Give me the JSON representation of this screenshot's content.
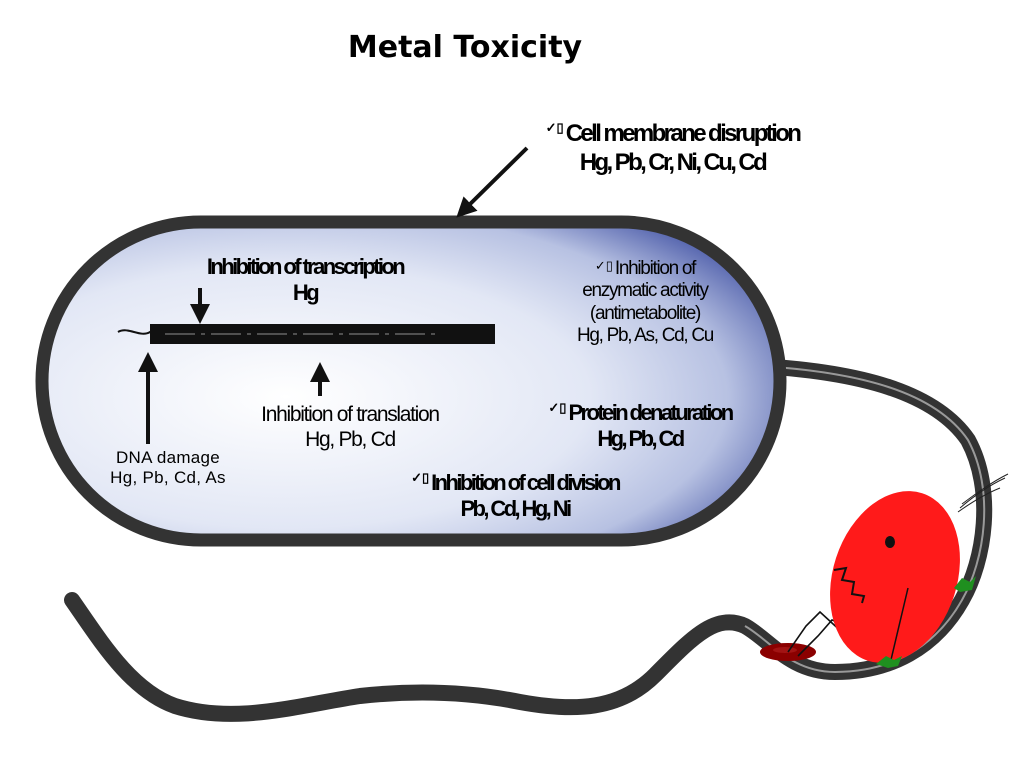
{
  "title": "Metal Toxicity",
  "labels": {
    "membrane_1": "Cell membrane disruption",
    "membrane_2": "Hg, Pb, Cr, Ni, Cu, Cd",
    "transcription_1": "Inhibition of transcription",
    "transcription_2": "Hg",
    "enzymatic_1": "Inhibition of",
    "enzymatic_2": "enzymatic activity",
    "enzymatic_3": "(antimetabolite)",
    "enzymatic_4": "Hg, Pb, As, Cd, Cu",
    "translation_1": "Inhibition of translation",
    "translation_2": "Hg, Pb, Cd",
    "oxidative_1": "Protein denaturation",
    "oxidative_2": "Hg, Pb, Cd",
    "division_1": "Inhibition of cell division",
    "division_2": "Pb, Cd, Hg, Ni",
    "dna_1": "DNA damage",
    "dna_2": "Hg, Pb, Cd, As"
  },
  "icons": {
    "check": "✓▯"
  },
  "colors": {
    "outline": "#333333",
    "cell_fill_light": "#ffffff",
    "cell_fill_dark": "#4a5aa8",
    "blob": "#ff1a1a",
    "puddle": "#8b0000",
    "feet": "#1f8f1f"
  }
}
